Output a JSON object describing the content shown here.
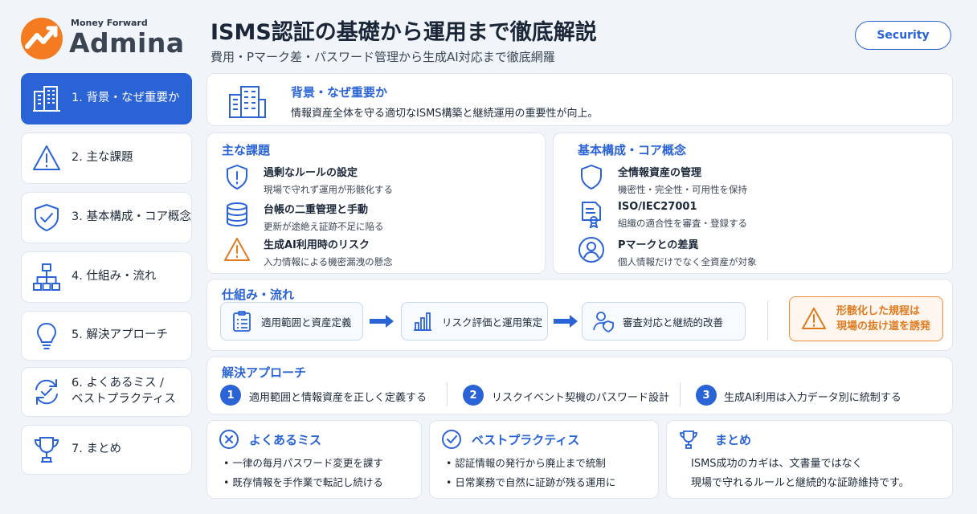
{
  "brand": {
    "small": "Money Forward",
    "big": "Admina"
  },
  "header": {
    "title": "ISMS認証の基礎から運用まで徹底解説",
    "subtitle": "費用・Pマーク差・パスワード管理から生成AI対応まで徹底網羅",
    "badge": "Security"
  },
  "sidebar": {
    "items": [
      {
        "label": "1. 背景・なぜ重要か",
        "icon": "building-icon"
      },
      {
        "label": "2. 主な課題",
        "icon": "warning-icon"
      },
      {
        "label": "3. 基本構成・コア概念",
        "icon": "shield-check-icon"
      },
      {
        "label": "4. 仕組み・流れ",
        "icon": "flowchart-icon"
      },
      {
        "label": "5. 解決アプローチ",
        "icon": "lightbulb-icon"
      },
      {
        "label1": "6. よくあるミス /",
        "label2": "ベストプラクティス",
        "icon": "refresh-check-icon"
      },
      {
        "label": "7. まとめ",
        "icon": "trophy-icon"
      }
    ]
  },
  "background": {
    "heading": "背景・なぜ重要か",
    "text": "情報資産全体を守る適切なISMS構築と継続運用の重要性が向上。"
  },
  "challenges": {
    "heading": "主な課題",
    "items": [
      {
        "title": "過剰なルールの設定",
        "desc": "現場で守れず運用が形骸化する"
      },
      {
        "title": "台帳の二重管理と手動",
        "desc": "更新が途絶え証跡不足に陥る"
      },
      {
        "title": "生成AI利用時のリスク",
        "desc": "入力情報による機密漏洩の懸念"
      }
    ]
  },
  "concepts": {
    "heading": "基本構成・コア概念",
    "items": [
      {
        "title": "全情報資産の管理",
        "desc": "機密性・完全性・可用性を保持"
      },
      {
        "title": "ISO/IEC27001",
        "desc": "組織の適合性を審査・登録する"
      },
      {
        "title": "Pマークとの差異",
        "desc": "個人情報だけでなく全資産が対象"
      }
    ]
  },
  "flow": {
    "heading": "仕組み・流れ",
    "steps": [
      "適用範囲と資産定義",
      "リスク評価と運用策定",
      "審査対応と継続的改善"
    ],
    "warning_line1": "形骸化した規程は",
    "warning_line2": "現場の抜け道を誘発"
  },
  "approach": {
    "heading": "解決アプローチ",
    "items": [
      {
        "num": "1",
        "text": "適用範囲と情報資産を正しく定義する"
      },
      {
        "num": "2",
        "text": "リスクイベント契機のパスワード設計"
      },
      {
        "num": "3",
        "text": "生成AI利用は入力データ別に統制する"
      }
    ]
  },
  "mistakes": {
    "heading": "よくあるミス",
    "items": [
      "• 一律の毎月パスワード変更を課す",
      "• 既存情報を手作業で転記し続ける"
    ]
  },
  "best": {
    "heading": "ベストプラクティス",
    "items": [
      "• 認証情報の発行から廃止まで統制",
      "• 日常業務で自然に証跡が残る運用に"
    ]
  },
  "summary": {
    "heading": "まとめ",
    "line1": "ISMS成功のカギは、文書量ではなく",
    "line2": "現場で守れるルールと継続的な証跡維持です。"
  },
  "colors": {
    "accent": "#2a63d6",
    "warning": "#e07a1f",
    "logo_orange": "#f47b20"
  }
}
